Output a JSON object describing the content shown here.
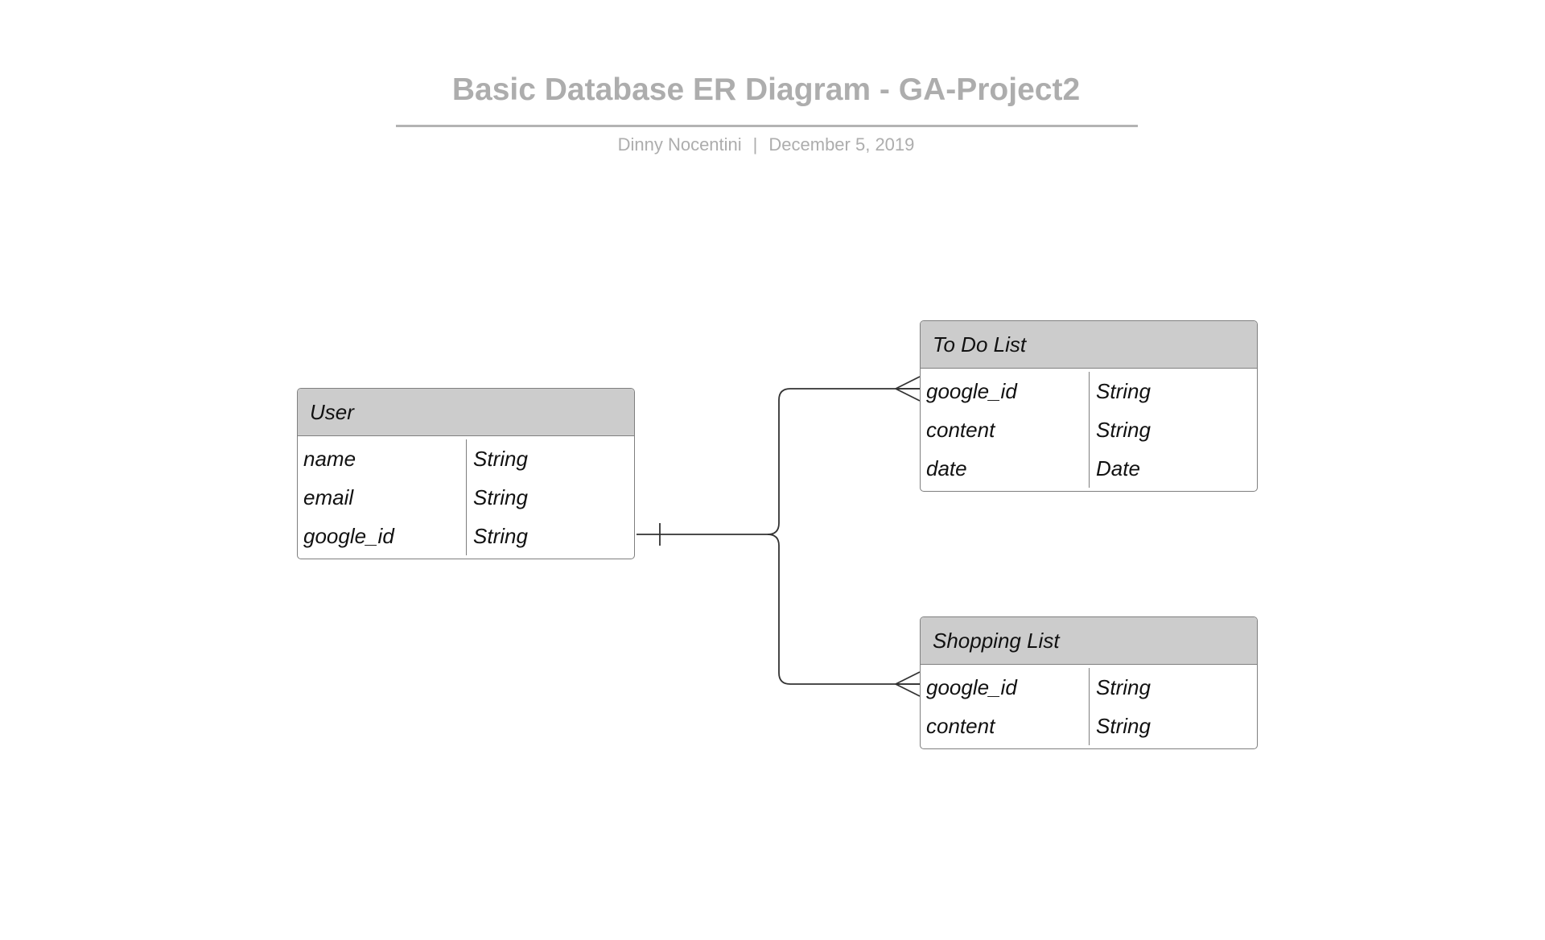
{
  "title": "Basic Database ER Diagram - GA-Project2",
  "author": "Dinny Nocentini",
  "separator": "|",
  "date": "December 5, 2019",
  "entities": {
    "user": {
      "name": "User",
      "attributes": [
        {
          "field": "name",
          "type": "String"
        },
        {
          "field": "email",
          "type": "String"
        },
        {
          "field": "google_id",
          "type": "String"
        }
      ]
    },
    "todo": {
      "name": "To Do List",
      "attributes": [
        {
          "field": "google_id",
          "type": "String"
        },
        {
          "field": "content",
          "type": "String"
        },
        {
          "field": "date",
          "type": "Date"
        }
      ]
    },
    "shopping": {
      "name": "Shopping List",
      "attributes": [
        {
          "field": "google_id",
          "type": "String"
        },
        {
          "field": "content",
          "type": "String"
        }
      ]
    }
  },
  "relationships": [
    {
      "from": "User",
      "to": "To Do List",
      "from_cardinality": "one",
      "to_cardinality": "many"
    },
    {
      "from": "User",
      "to": "Shopping List",
      "from_cardinality": "one",
      "to_cardinality": "many"
    }
  ],
  "colors": {
    "title": "#adadad",
    "header_fill": "#cccccc",
    "border": "#7f7f7f",
    "line": "#333333"
  }
}
